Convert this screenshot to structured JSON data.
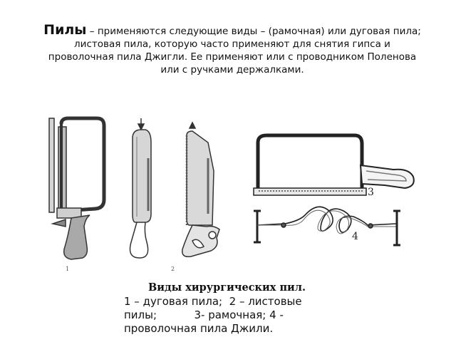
{
  "intro": {
    "term": "Пилы",
    "text": " – применяются следующие виды – (рамочная) или дуговая пила; листовая пила, которую часто применяют для снятия гипса и проволочная пила Джигли. Ее применяют или с проводником Поленова или с ручками держалками."
  },
  "figure": {
    "labels": [
      "1",
      "2",
      "3",
      "4"
    ]
  },
  "caption": {
    "title": "Виды хирургических пил.",
    "lines": [
      "1 – дуговая пила;  2 – листовые",
      "пилы;           3- рамочная; 4 -",
      "проволочная пила Джили."
    ]
  }
}
